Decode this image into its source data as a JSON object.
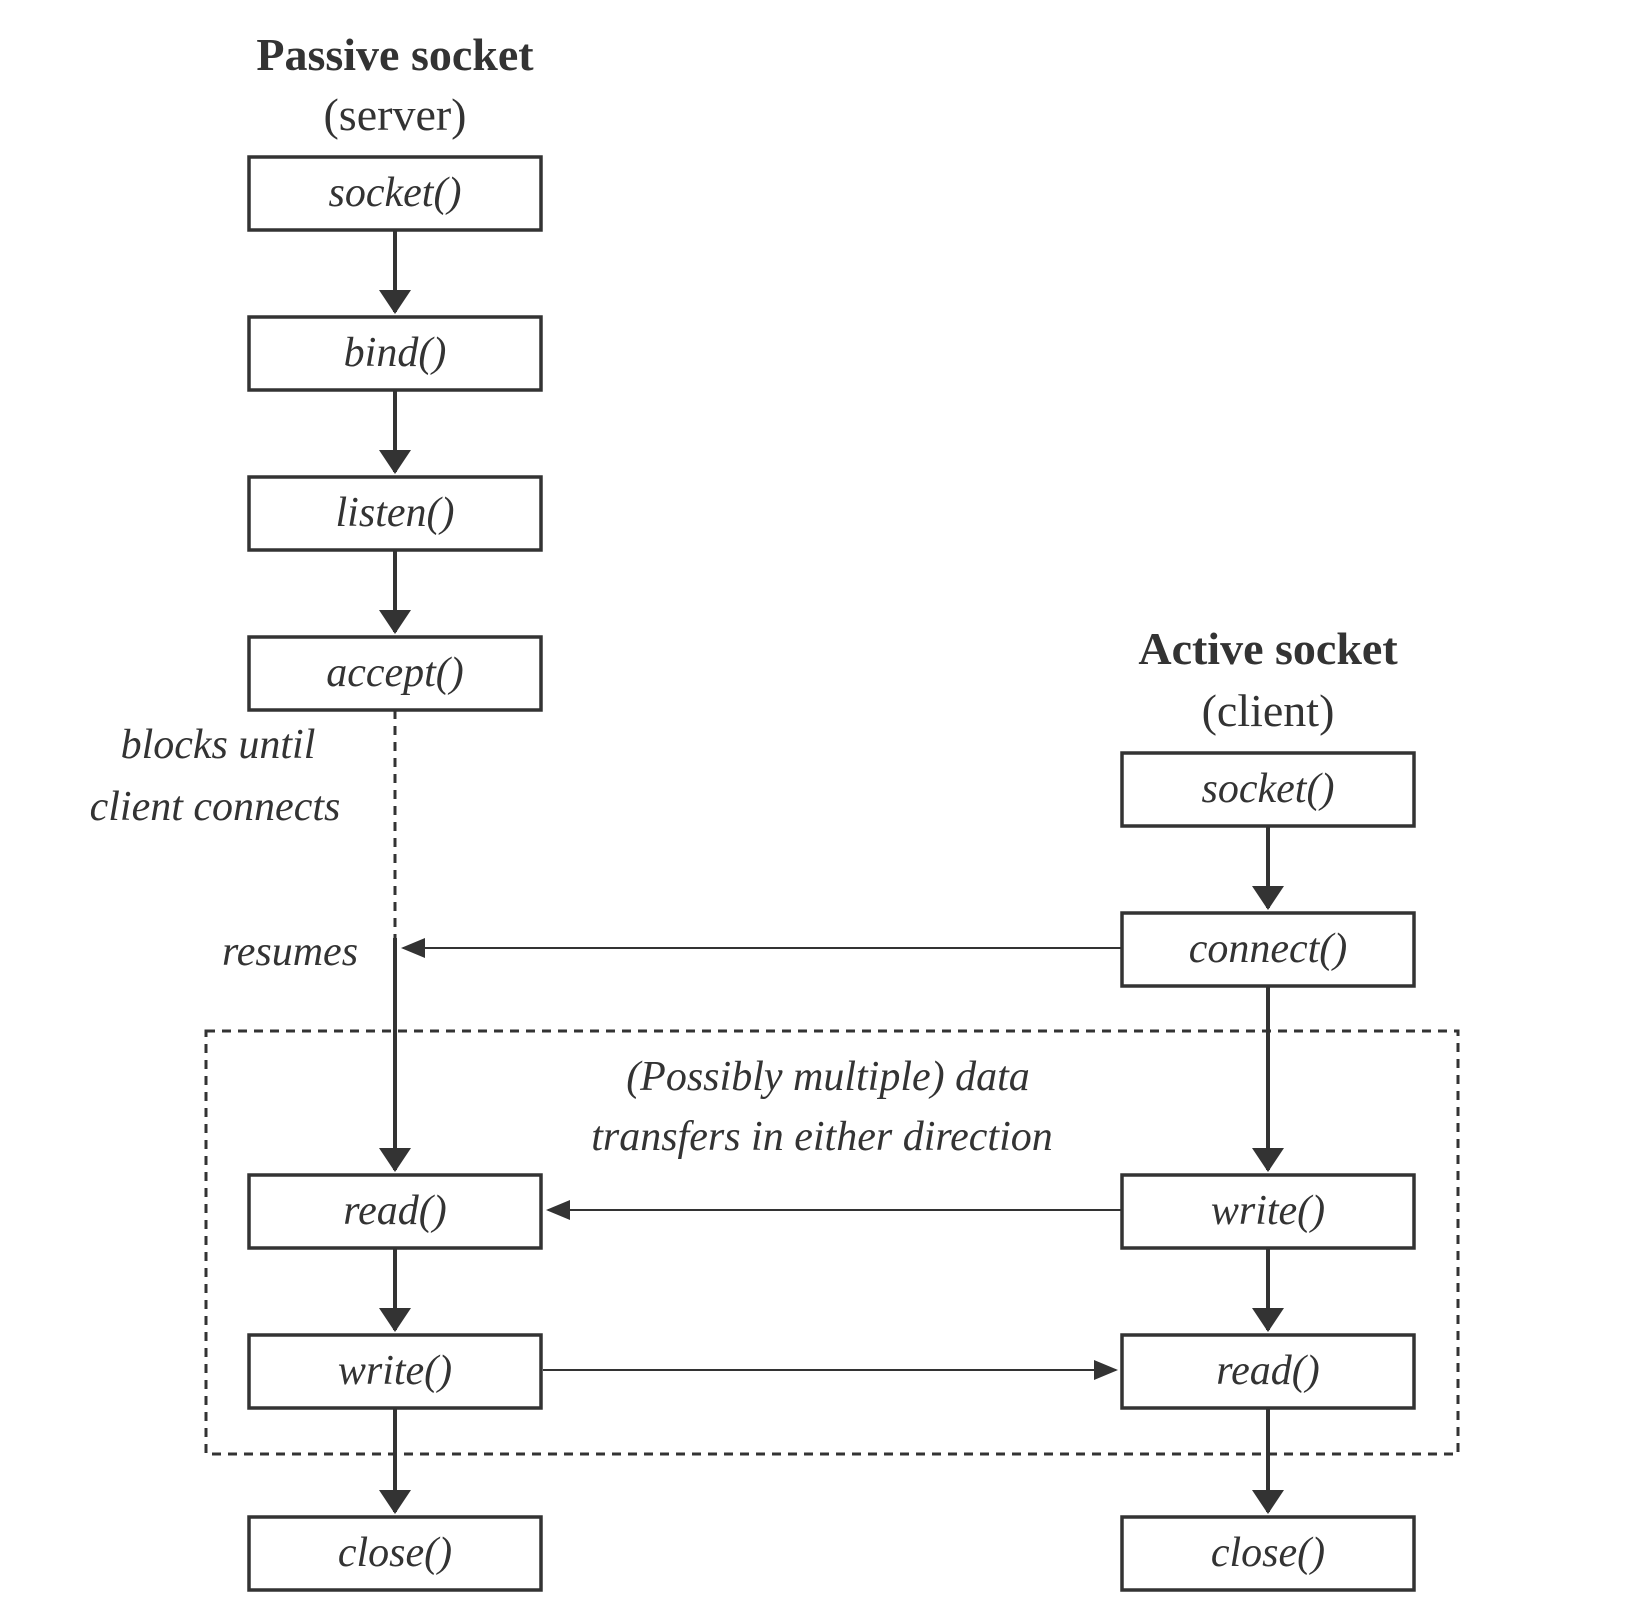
{
  "server": {
    "heading": "Passive socket",
    "subheading": "(server)",
    "steps": [
      "socket()",
      "bind()",
      "listen()",
      "accept()",
      "read()",
      "write()",
      "close()"
    ],
    "blocks_note_line1": "blocks until",
    "blocks_note_line2": "client connects",
    "resumes_note": "resumes"
  },
  "client": {
    "heading": "Active socket",
    "subheading": "(client)",
    "steps": [
      "socket()",
      "connect()",
      "write()",
      "read()",
      "close()"
    ]
  },
  "transfer_region": {
    "line1": "(Possibly multiple) data",
    "line2": "transfers in either direction"
  },
  "colors": {
    "ink": "#333333",
    "background": "#ffffff"
  }
}
